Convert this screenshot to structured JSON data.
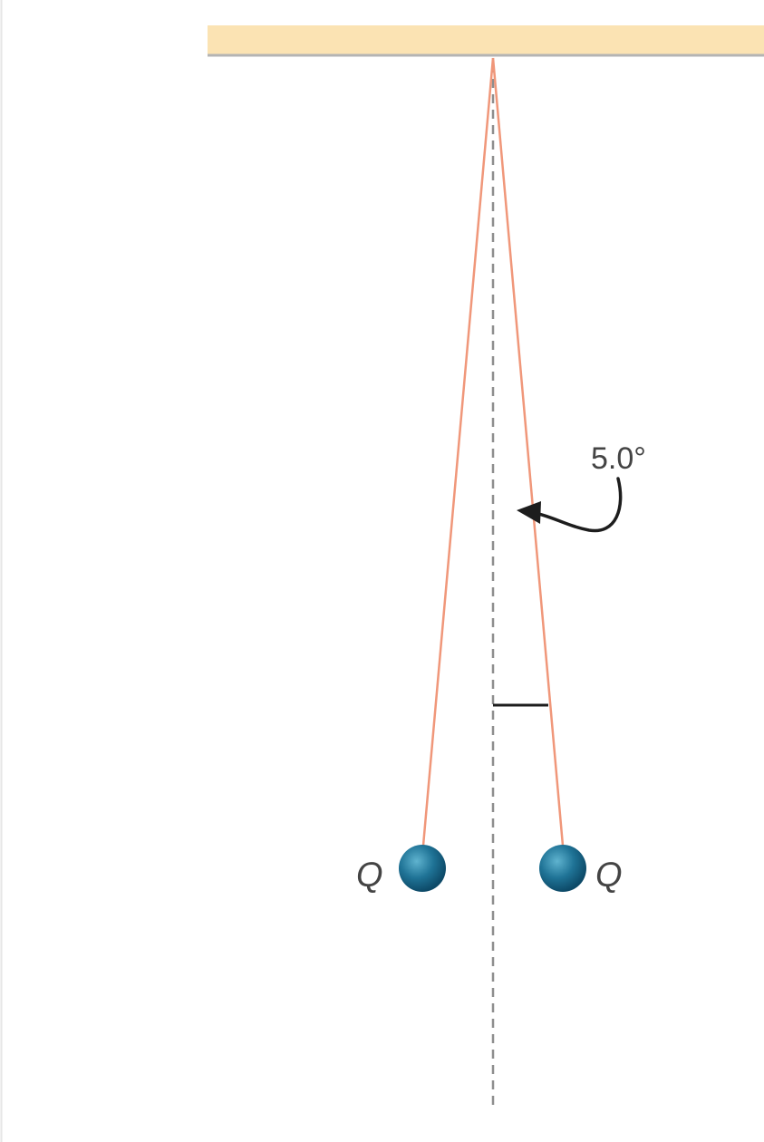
{
  "diagram": {
    "angle_label": "5.0°",
    "charge_left_label": "Q",
    "charge_right_label": "Q"
  },
  "colors": {
    "ceiling_fill": "#fbe3b3",
    "ceiling_edge": "#b4b4b4",
    "string": "#f0977a",
    "sphere_light": "#3b96b5",
    "sphere_dark": "#0f4f70",
    "guide_line": "#8e8e8e",
    "annotation": "#1d1d1d",
    "text": "#444444"
  }
}
